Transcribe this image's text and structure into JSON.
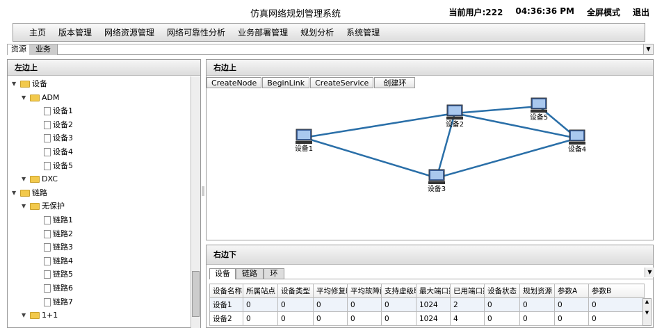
{
  "header": {
    "title": "仿真网络规划管理系统",
    "user": "当前用户:222",
    "time": "04:36:36 PM",
    "fullscreen": "全屏模式",
    "logout": "退出"
  },
  "menu": [
    "主页",
    "版本管理",
    "网络资源管理",
    "网络可靠性分析",
    "业务部署管理",
    "规划分析",
    "系统管理"
  ],
  "top_tabs": [
    "资源",
    "业务"
  ],
  "left_panel": {
    "title": "左边上",
    "tree": [
      {
        "label": "设备",
        "level": 0,
        "type": "folder"
      },
      {
        "label": "ADM",
        "level": 1,
        "type": "folder"
      },
      {
        "label": "设备1",
        "level": 2,
        "type": "file"
      },
      {
        "label": "设备2",
        "level": 2,
        "type": "file"
      },
      {
        "label": "设备3",
        "level": 2,
        "type": "file"
      },
      {
        "label": "设备4",
        "level": 2,
        "type": "file"
      },
      {
        "label": "设备5",
        "level": 2,
        "type": "file"
      },
      {
        "label": "DXC",
        "level": 1,
        "type": "folder"
      },
      {
        "label": "链路",
        "level": 0,
        "type": "folder"
      },
      {
        "label": "无保护",
        "level": 1,
        "type": "folder"
      },
      {
        "label": "链路1",
        "level": 2,
        "type": "file"
      },
      {
        "label": "链路2",
        "level": 2,
        "type": "file"
      },
      {
        "label": "链路3",
        "level": 2,
        "type": "file"
      },
      {
        "label": "链路4",
        "level": 2,
        "type": "file"
      },
      {
        "label": "链路5",
        "level": 2,
        "type": "file"
      },
      {
        "label": "链路6",
        "level": 2,
        "type": "file"
      },
      {
        "label": "链路7",
        "level": 2,
        "type": "file"
      },
      {
        "label": "1+1",
        "level": 1,
        "type": "folder"
      }
    ]
  },
  "right_top": {
    "title": "右边上",
    "buttons": [
      "CreateNode",
      "BeginLink",
      "CreateService",
      "创建环"
    ],
    "nodes": [
      {
        "id": "设备1"
      },
      {
        "id": "设备2"
      },
      {
        "id": "设备3"
      },
      {
        "id": "设备4"
      },
      {
        "id": "设备5"
      }
    ],
    "links": [
      [
        "设备1",
        "设备2"
      ],
      [
        "设备1",
        "设备3"
      ],
      [
        "设备2",
        "设备3"
      ],
      [
        "设备2",
        "设备5"
      ],
      [
        "设备2",
        "设备4"
      ],
      [
        "设备3",
        "设备4"
      ],
      [
        "设备5",
        "设备4"
      ]
    ],
    "link_color": "#2a6fa8"
  },
  "right_bottom": {
    "title": "右边下",
    "tabs": [
      "设备",
      "链路",
      "环"
    ],
    "columns": [
      "设备名称",
      "所属站点",
      "设备类型",
      "平均修复时间",
      "平均故障间隔",
      "支持虚级联",
      "最大端口数",
      "已用端口数",
      "设备状态",
      "规划资源",
      "参数A",
      "参数B"
    ],
    "rows": [
      [
        "设备1",
        "0",
        "0",
        "0",
        "0",
        "0",
        "1024",
        "2",
        "0",
        "0",
        "0",
        "0"
      ],
      [
        "设备2",
        "0",
        "0",
        "0",
        "0",
        "0",
        "1024",
        "4",
        "0",
        "0",
        "0",
        "0"
      ]
    ]
  }
}
